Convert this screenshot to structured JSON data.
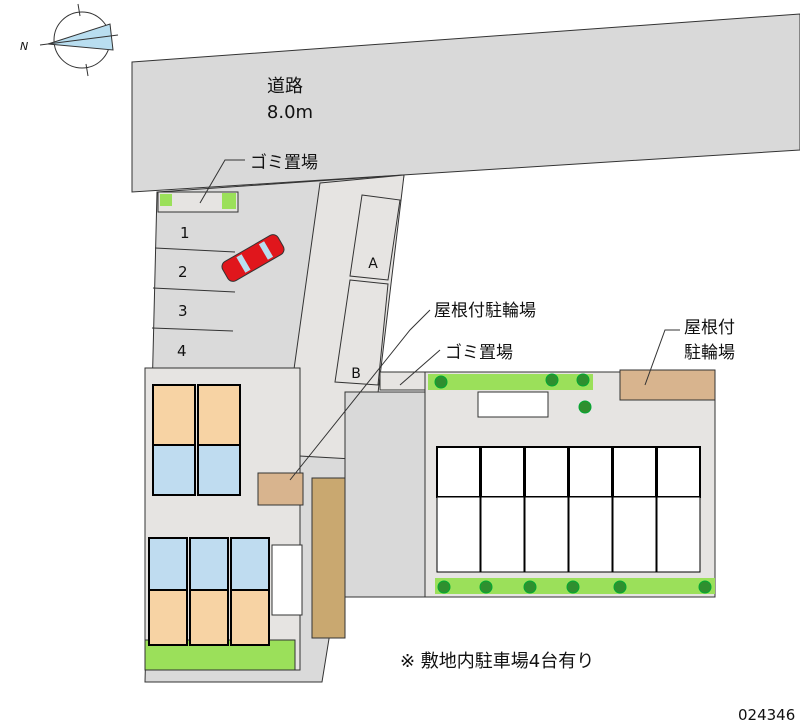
{
  "compass": {
    "north_label": "N"
  },
  "road": {
    "name": "道路",
    "width": "8.0m"
  },
  "labels": {
    "garbage_top": "ゴミ置場",
    "bike_roofed_mid": "屋根付駐輪場",
    "garbage_mid": "ゴミ置場",
    "bike_roofed_right_line1": "屋根付",
    "bike_roofed_right_line2": "駐輪場"
  },
  "parking_spaces": [
    "1",
    "2",
    "3",
    "4"
  ],
  "bike_areas": [
    "A",
    "B"
  ],
  "note": "※ 敷地内駐車場4台有り",
  "code": "024346",
  "colors": {
    "road": "#d9d9d9",
    "lot": "#e6e4e2",
    "unit_room": "#f7d3a4",
    "unit_wet": "#bfdcf0",
    "green": "#9be05a",
    "bike_shed": "#d8b48e",
    "car": "#e0161c"
  }
}
